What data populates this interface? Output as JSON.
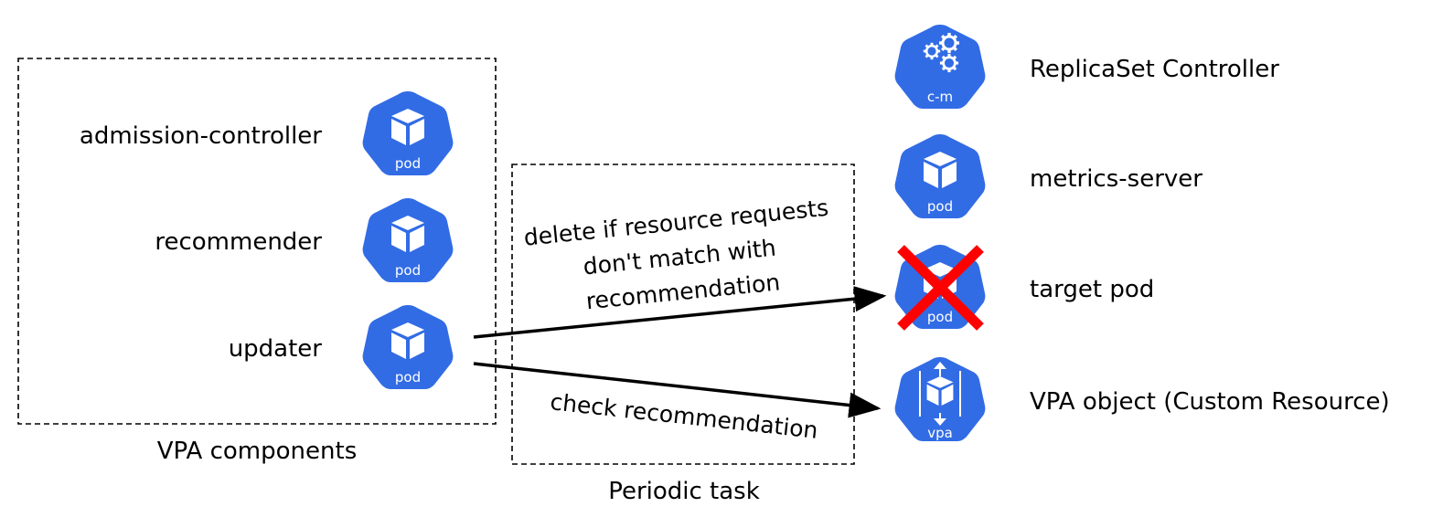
{
  "groups": {
    "vpa_components": "VPA components",
    "periodic_task": "Periodic task"
  },
  "components": [
    {
      "label": "admission-controller",
      "icon": "pod-icon",
      "icon_text": "pod"
    },
    {
      "label": "recommender",
      "icon": "pod-icon",
      "icon_text": "pod"
    },
    {
      "label": "updater",
      "icon": "pod-icon",
      "icon_text": "pod"
    }
  ],
  "cluster": [
    {
      "label": "ReplicaSet Controller",
      "icon": "controller-manager-icon",
      "icon_text": "c-m"
    },
    {
      "label": "metrics-server",
      "icon": "pod-icon",
      "icon_text": "pod"
    },
    {
      "label": "target pod",
      "icon": "pod-icon",
      "icon_text": "pod",
      "crossed_out": true
    },
    {
      "label": "VPA object (Custom Resource)",
      "icon": "vpa-icon",
      "icon_text": "vpa"
    }
  ],
  "arrows": {
    "delete": {
      "line1": "delete if resource requests",
      "line2": "don't match with",
      "line3": "recommendation"
    },
    "check": {
      "line1": "check recommendation"
    }
  },
  "colors": {
    "k8s_blue": "#326ce5",
    "cross_red": "#ff0000",
    "text": "#000000"
  }
}
